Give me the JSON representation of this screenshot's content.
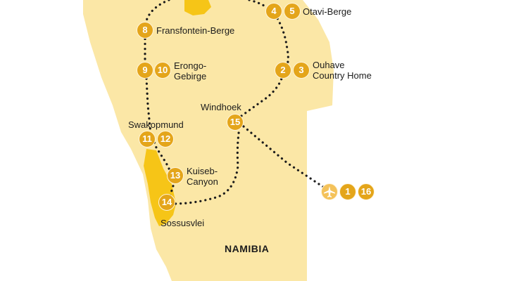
{
  "country": "NAMIBIA",
  "colors": {
    "land": "#fbe7a6",
    "desert": "#f6c517",
    "route": "#1c1c1c",
    "marker": "#e4a51a",
    "marker_text": "#ffffff",
    "airport": "#f4c25a"
  },
  "places": {
    "otavi": "Otavi-Berge",
    "fransfontein": "Fransfontein-Berge",
    "erongo_1": "Erongo-",
    "erongo_2": "Gebirge",
    "ouhave_1": "Ouhave",
    "ouhave_2": "Country Home",
    "windhoek": "Windhoek",
    "swakopmund": "Swakopmund",
    "kuiseb_1": "Kuiseb-",
    "kuiseb_2": "Canyon",
    "sossusvlei": "Sossusvlei"
  },
  "markers": {
    "m1": "1",
    "m2": "2",
    "m3": "3",
    "m4": "4",
    "m5": "5",
    "m8": "8",
    "m9": "9",
    "m10": "10",
    "m11": "11",
    "m12": "12",
    "m13": "13",
    "m14": "14",
    "m15": "15",
    "m16": "16"
  },
  "airport_icon": "airplane-icon"
}
